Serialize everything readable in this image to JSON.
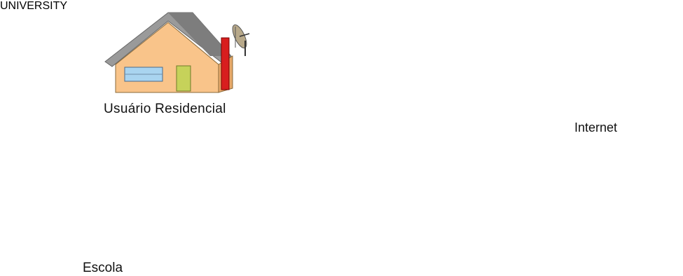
{
  "labels": {
    "residential_user": "Usuário Residencial",
    "school": "Escola",
    "internet": "Internet",
    "school_sign": "UNIVERSITY"
  },
  "icons": {
    "residential": "house-icon",
    "school": "university-building-icon",
    "provider": "office-building-icon",
    "cloud": "cloud-icon",
    "antenna": "satellite-dish-icon",
    "connection": "double-arrow-icon"
  },
  "colors": {
    "house_wall": "#f9c48a",
    "house_roof": "#9a9a9a",
    "chimney": "#d81e1e",
    "cloud_fill": "#fdfd9a",
    "cloud_stroke": "#8a7a3a",
    "building_face": "#e9e9e9",
    "building_side": "#bdbdbd",
    "school_body": "#c9c9c9",
    "arrow": "#000000"
  }
}
